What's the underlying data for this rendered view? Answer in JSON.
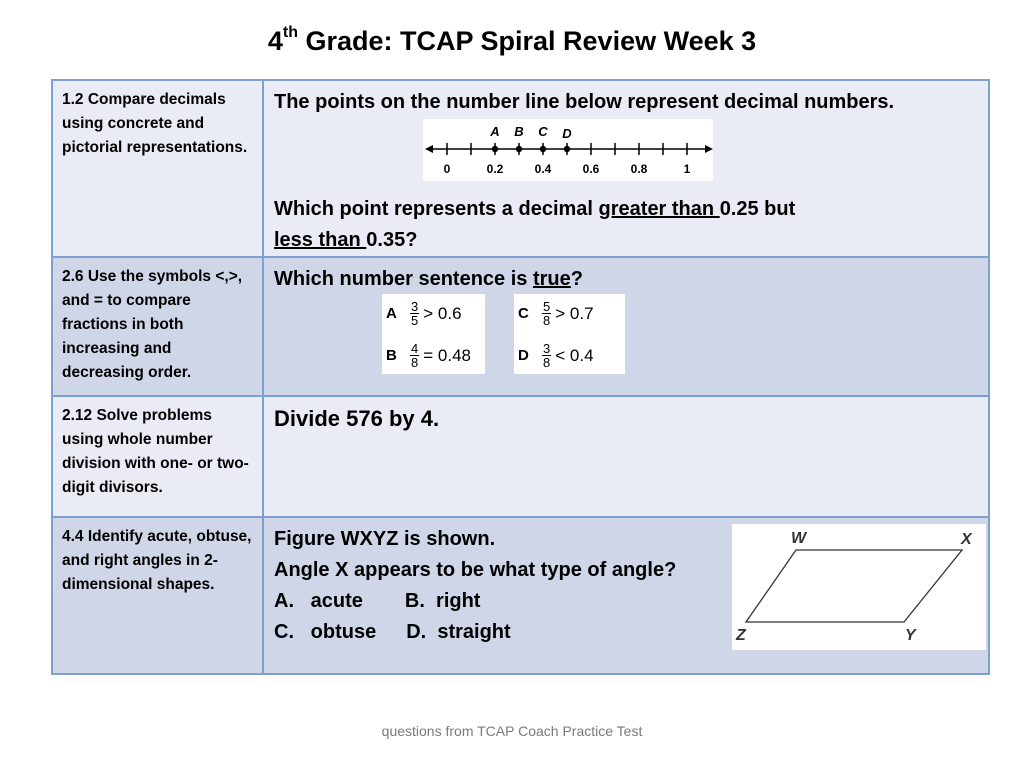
{
  "title": {
    "prefix": "4",
    "sup": "th",
    "rest": " Grade: TCAP Spiral Review Week 3"
  },
  "rows": [
    {
      "standard": "1.2 Compare decimals using concrete and pictorial representations.",
      "line1": "The points on the number line below represent decimal numbers.",
      "q_part1": "Which point represents a decimal ",
      "q_u1": "greater than ",
      "q_part2": "0.25 but",
      "q_u2": "less than ",
      "q_part3": "0.35?",
      "number_line": {
        "points": [
          "A",
          "B",
          "C",
          "D"
        ],
        "ticks": [
          "0",
          "0.2",
          "0.4",
          "0.6",
          "0.8",
          "1"
        ]
      }
    },
    {
      "standard": "2.6 Use the symbols <,>, and = to compare fractions in both increasing and decreasing order.",
      "q_part1": "Which number sentence is ",
      "q_u1": "true",
      "q_part2": "?",
      "options": [
        {
          "letter": "A",
          "num": "3",
          "den": "5",
          "rel": "> 0.6"
        },
        {
          "letter": "B",
          "num": "4",
          "den": "8",
          "rel": "= 0.48"
        },
        {
          "letter": "C",
          "num": "5",
          "den": "8",
          "rel": "> 0.7"
        },
        {
          "letter": "D",
          "num": "3",
          "den": "8",
          "rel": "< 0.4"
        }
      ]
    },
    {
      "standard": "2.12 Solve problems using whole number division with one- or two-digit divisors.",
      "question": "Divide 576 by 4."
    },
    {
      "standard": "4.4 Identify acute, obtuse, and right angles in 2-dimensional shapes.",
      "line1": "Figure WXYZ is shown.",
      "line2": "Angle X appears to be what type of angle?",
      "opt_a": "A.   acute",
      "opt_b": "B.  right",
      "opt_c": "C.   obtuse",
      "opt_d": "D.  straight",
      "vertices": [
        "W",
        "X",
        "Y",
        "Z"
      ]
    }
  ],
  "footer": "questions from TCAP Coach Practice Test"
}
